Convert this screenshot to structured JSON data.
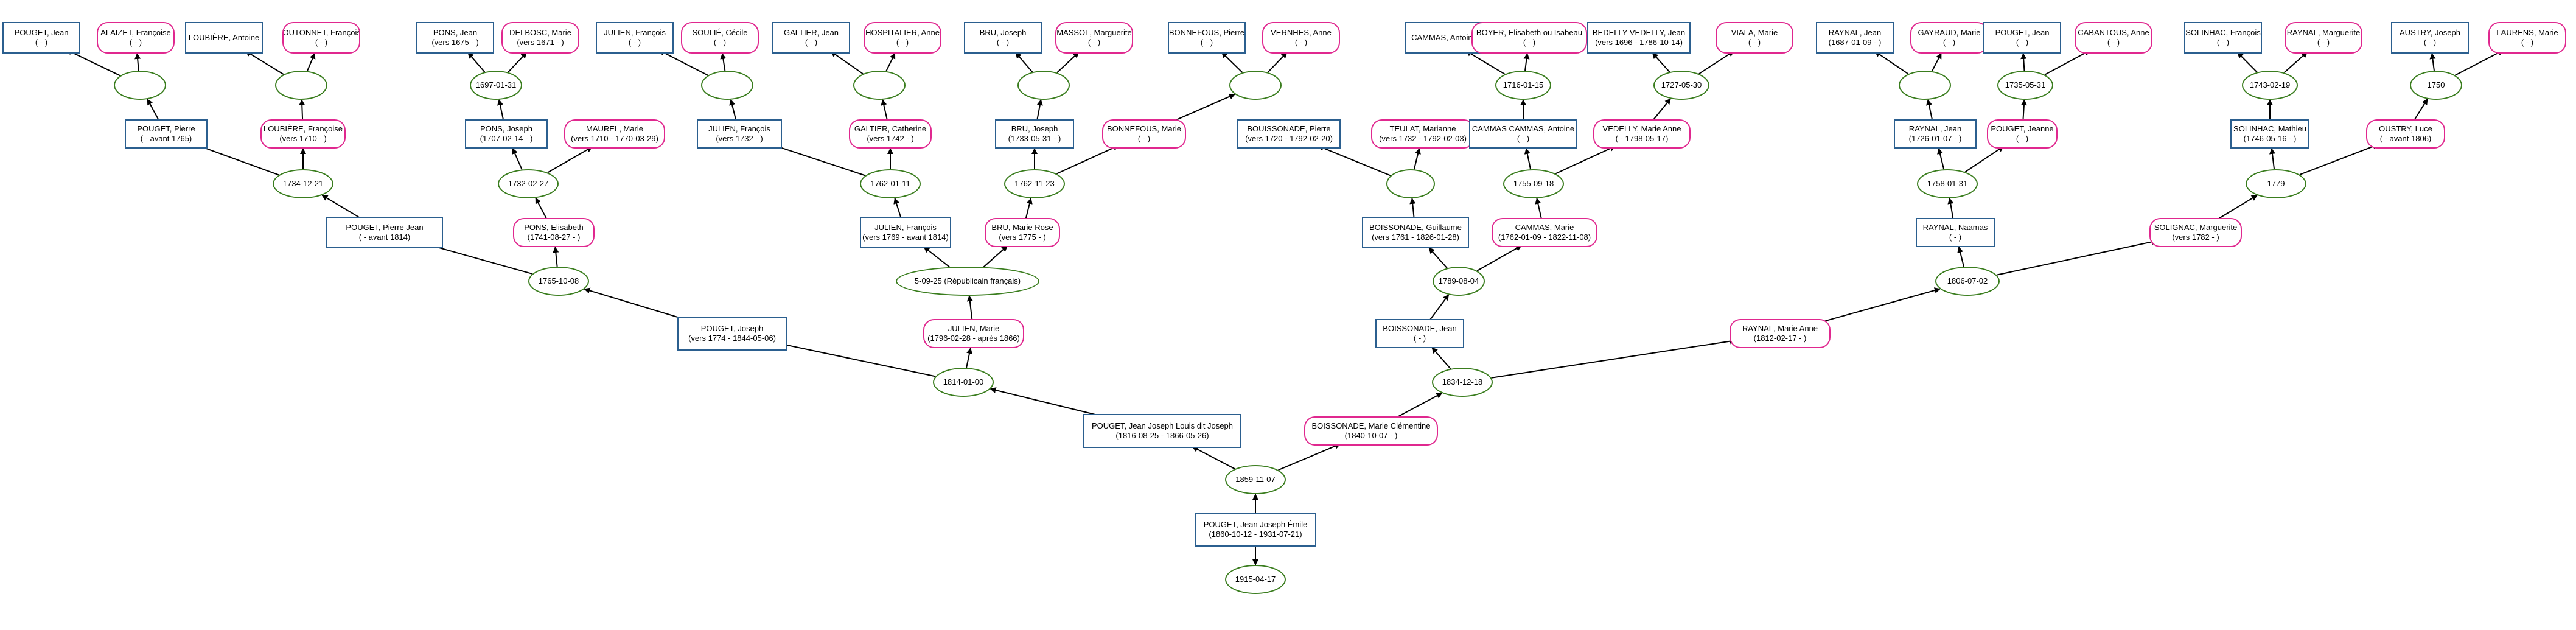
{
  "colors": {
    "male_border": "#2b5f8f",
    "female_border": "#e0288f",
    "event_border": "#3a7d1e",
    "edge": "#000000"
  },
  "nodes": [
    {
      "id": "g5_1",
      "kind": "m",
      "name": "POUGET, Jean",
      "dates": "( - )"
    },
    {
      "id": "g5_2",
      "kind": "f",
      "name": "ALAIZET, Françoise",
      "dates": "( - )"
    },
    {
      "id": "g5_3",
      "kind": "m",
      "name": "LOUBIÈRE, Antoine",
      "dates": ""
    },
    {
      "id": "g5_4",
      "kind": "f",
      "name": "BOUTONNET, Françoise",
      "dates": "( - )"
    },
    {
      "id": "g5_5",
      "kind": "m",
      "name": "PONS, Jean",
      "dates": "(vers 1675 - )"
    },
    {
      "id": "g5_6",
      "kind": "f",
      "name": "DELBOSC, Marie",
      "dates": "(vers 1671 - )"
    },
    {
      "id": "g5_7",
      "kind": "m",
      "name": "JULIEN, François",
      "dates": "( - )"
    },
    {
      "id": "g5_8",
      "kind": "f",
      "name": "SOULIÉ, Cécile",
      "dates": "( - )"
    },
    {
      "id": "g5_9",
      "kind": "m",
      "name": "GALTIER, Jean",
      "dates": "( - )"
    },
    {
      "id": "g5_10",
      "kind": "f",
      "name": "HOSPITALIER, Anne",
      "dates": "( - )"
    },
    {
      "id": "g5_11",
      "kind": "m",
      "name": "BRU, Joseph",
      "dates": "( - )"
    },
    {
      "id": "g5_12",
      "kind": "f",
      "name": "MASSOL, Marguerite",
      "dates": "( - )"
    },
    {
      "id": "g5_13",
      "kind": "m",
      "name": "BONNEFOUS, Pierre",
      "dates": "( - )"
    },
    {
      "id": "g5_14",
      "kind": "f",
      "name": "VERNHES, Anne",
      "dates": "( - )"
    },
    {
      "id": "g5_15",
      "kind": "m",
      "name": "CAMMAS, Antoine",
      "dates": ""
    },
    {
      "id": "g5_16",
      "kind": "f",
      "name": "BOYER, Elisabeth ou Isabeau",
      "dates": "( - )"
    },
    {
      "id": "g5_17",
      "kind": "m",
      "name": "BEDELLY VEDELLY, Jean",
      "dates": "(vers 1696 - 1786-10-14)"
    },
    {
      "id": "g5_18",
      "kind": "f",
      "name": "VIALA, Marie",
      "dates": "( - )"
    },
    {
      "id": "g5_19",
      "kind": "m",
      "name": "RAYNAL, Jean",
      "dates": "(1687-01-09 - )"
    },
    {
      "id": "g5_20",
      "kind": "f",
      "name": "GAYRAUD, Marie",
      "dates": "( - )"
    },
    {
      "id": "g5_21",
      "kind": "m",
      "name": "POUGET, Jean",
      "dates": "( - )"
    },
    {
      "id": "g5_22",
      "kind": "f",
      "name": "CABANTOUS, Anne",
      "dates": "( - )"
    },
    {
      "id": "g5_23",
      "kind": "m",
      "name": "SOLINHAC, François",
      "dates": "( - )"
    },
    {
      "id": "g5_24",
      "kind": "f",
      "name": "RAYNAL, Marguerite",
      "dates": "( - )"
    },
    {
      "id": "g5_25",
      "kind": "m",
      "name": "AUSTRY, Joseph",
      "dates": "( - )"
    },
    {
      "id": "g5_26",
      "kind": "f",
      "name": "LAURENS, Marie",
      "dates": "( - )"
    },
    {
      "id": "e4_1",
      "kind": "ev",
      "name": "",
      "dates": ""
    },
    {
      "id": "e4_2",
      "kind": "ev",
      "name": "",
      "dates": ""
    },
    {
      "id": "e4_3",
      "kind": "ev",
      "name": "1697-01-31",
      "dates": ""
    },
    {
      "id": "e4_4",
      "kind": "ev",
      "name": "",
      "dates": ""
    },
    {
      "id": "e4_5",
      "kind": "ev",
      "name": "",
      "dates": ""
    },
    {
      "id": "e4_6",
      "kind": "ev",
      "name": "",
      "dates": ""
    },
    {
      "id": "e4_7",
      "kind": "ev",
      "name": "",
      "dates": ""
    },
    {
      "id": "e4_8",
      "kind": "ev",
      "name": "1716-01-15",
      "dates": ""
    },
    {
      "id": "e4_9",
      "kind": "ev",
      "name": "1727-05-30",
      "dates": ""
    },
    {
      "id": "e4_10",
      "kind": "ev",
      "name": "",
      "dates": ""
    },
    {
      "id": "e4_11",
      "kind": "ev",
      "name": "1735-05-31",
      "dates": ""
    },
    {
      "id": "e4_12",
      "kind": "ev",
      "name": "1743-02-19",
      "dates": ""
    },
    {
      "id": "e4_13",
      "kind": "ev",
      "name": "1750",
      "dates": ""
    },
    {
      "id": "g4_1",
      "kind": "m",
      "name": "POUGET, Pierre",
      "dates": "( - avant 1765)"
    },
    {
      "id": "g4_2",
      "kind": "f",
      "name": "LOUBIÈRE, Françoise",
      "dates": "(vers 1710 - )"
    },
    {
      "id": "g4_3",
      "kind": "m",
      "name": "PONS, Joseph",
      "dates": "(1707-02-14 - )"
    },
    {
      "id": "g4_4",
      "kind": "f",
      "name": "MAUREL, Marie",
      "dates": "(vers 1710 - 1770-03-29)"
    },
    {
      "id": "g4_5",
      "kind": "m",
      "name": "JULIEN, François",
      "dates": "(vers 1732 - )"
    },
    {
      "id": "g4_6",
      "kind": "f",
      "name": "GALTIER, Catherine",
      "dates": "(vers 1742 - )"
    },
    {
      "id": "g4_7",
      "kind": "m",
      "name": "BRU, Joseph",
      "dates": "(1733-05-31 - )"
    },
    {
      "id": "g4_8",
      "kind": "f",
      "name": "BONNEFOUS, Marie",
      "dates": "( - )"
    },
    {
      "id": "g4_9",
      "kind": "m",
      "name": "BOUISSONADE, Pierre",
      "dates": "(vers 1720 - 1792-02-20)"
    },
    {
      "id": "g4_10",
      "kind": "f",
      "name": "TEULAT, Marianne",
      "dates": "(vers 1732 - 1792-02-03)"
    },
    {
      "id": "g4_11",
      "kind": "m",
      "name": "CAMMAS CAMMAS, Antoine",
      "dates": "( - )"
    },
    {
      "id": "g4_12",
      "kind": "f",
      "name": "VEDELLY, Marie Anne",
      "dates": "( - 1798-05-17)"
    },
    {
      "id": "g4_13",
      "kind": "m",
      "name": "RAYNAL, Jean",
      "dates": "(1726-01-07 - )"
    },
    {
      "id": "g4_14",
      "kind": "f",
      "name": "POUGET, Jeanne",
      "dates": "( - )"
    },
    {
      "id": "g4_15",
      "kind": "m",
      "name": "SOLINHAC, Mathieu",
      "dates": "(1746-05-16 - )"
    },
    {
      "id": "g4_16",
      "kind": "f",
      "name": "OUSTRY, Luce",
      "dates": "( - avant 1806)"
    },
    {
      "id": "e3_1",
      "kind": "ev",
      "name": "1734-12-21",
      "dates": ""
    },
    {
      "id": "e3_2",
      "kind": "ev",
      "name": "1732-02-27",
      "dates": ""
    },
    {
      "id": "e3_3",
      "kind": "ev",
      "name": "1762-01-11",
      "dates": ""
    },
    {
      "id": "e3_4",
      "kind": "ev",
      "name": "1762-11-23",
      "dates": ""
    },
    {
      "id": "e3_5",
      "kind": "ev",
      "name": "",
      "dates": ""
    },
    {
      "id": "e3_6",
      "kind": "ev",
      "name": "1755-09-18",
      "dates": ""
    },
    {
      "id": "e3_7",
      "kind": "ev",
      "name": "1758-01-31",
      "dates": ""
    },
    {
      "id": "e3_8",
      "kind": "ev",
      "name": "1779",
      "dates": ""
    },
    {
      "id": "g3_1",
      "kind": "m",
      "name": "POUGET, Pierre Jean",
      "dates": "( - avant 1814)"
    },
    {
      "id": "g3_2",
      "kind": "f",
      "name": "PONS, Elisabeth",
      "dates": "(1741-08-27 - )"
    },
    {
      "id": "g3_3",
      "kind": "m",
      "name": "JULIEN, François",
      "dates": "(vers 1769 - avant 1814)"
    },
    {
      "id": "g3_4",
      "kind": "f",
      "name": "BRU, Marie Rose",
      "dates": "(vers 1775 - )"
    },
    {
      "id": "g3_5",
      "kind": "m",
      "name": "BOISSONADE, Guillaume",
      "dates": "(vers 1761 - 1826-01-28)"
    },
    {
      "id": "g3_6",
      "kind": "f",
      "name": "CAMMAS, Marie",
      "dates": "(1762-01-09 - 1822-11-08)"
    },
    {
      "id": "g3_7",
      "kind": "m",
      "name": "RAYNAL, Naamas",
      "dates": "( - )"
    },
    {
      "id": "g3_8",
      "kind": "f",
      "name": "SOLIGNAC, Marguerite",
      "dates": "(vers 1782 - )"
    },
    {
      "id": "e2_1",
      "kind": "ev",
      "name": "1765-10-08",
      "dates": ""
    },
    {
      "id": "e2_2",
      "kind": "ev",
      "name": "5-09-25 (Républicain français)",
      "dates": ""
    },
    {
      "id": "e2_3",
      "kind": "ev",
      "name": "1789-08-04",
      "dates": ""
    },
    {
      "id": "e2_4",
      "kind": "ev",
      "name": "1806-07-02",
      "dates": ""
    },
    {
      "id": "g2_1",
      "kind": "m",
      "name": "POUGET, Joseph",
      "dates": "(vers 1774 - 1844-05-06)"
    },
    {
      "id": "g2_2",
      "kind": "f",
      "name": "JULIEN, Marie",
      "dates": "(1796-02-28 - après 1866)"
    },
    {
      "id": "g2_3",
      "kind": "m",
      "name": "BOISSONADE, Jean",
      "dates": "( - )"
    },
    {
      "id": "g2_4",
      "kind": "f",
      "name": "RAYNAL, Marie Anne",
      "dates": "(1812-02-17 - )"
    },
    {
      "id": "e1_1",
      "kind": "ev",
      "name": "1814-01-00",
      "dates": ""
    },
    {
      "id": "e1_2",
      "kind": "ev",
      "name": "1834-12-18",
      "dates": ""
    },
    {
      "id": "g1_1",
      "kind": "m",
      "name": "POUGET, Jean Joseph Louis dit Joseph",
      "dates": "(1816-08-25 - 1866-05-26)"
    },
    {
      "id": "g1_2",
      "kind": "f",
      "name": "BOISSONADE, Marie Clémentine",
      "dates": "(1840-10-07 - )"
    },
    {
      "id": "e0_1",
      "kind": "ev",
      "name": "1859-11-07",
      "dates": ""
    },
    {
      "id": "root",
      "kind": "m",
      "name": "POUGET, Jean Joseph Émile",
      "dates": "(1860-10-12 - 1931-07-21)"
    },
    {
      "id": "e_root",
      "kind": "ev",
      "name": "1915-04-17",
      "dates": ""
    }
  ],
  "edges": [
    [
      "e4_1",
      "g5_1"
    ],
    [
      "e4_1",
      "g5_2"
    ],
    [
      "e4_2",
      "g5_3"
    ],
    [
      "e4_2",
      "g5_4"
    ],
    [
      "e4_3",
      "g5_5"
    ],
    [
      "e4_3",
      "g5_6"
    ],
    [
      "e4_4",
      "g5_7"
    ],
    [
      "e4_4",
      "g5_8"
    ],
    [
      "e4_5",
      "g5_9"
    ],
    [
      "e4_5",
      "g5_10"
    ],
    [
      "e4_6",
      "g5_11"
    ],
    [
      "e4_6",
      "g5_12"
    ],
    [
      "e4_7",
      "g5_13"
    ],
    [
      "e4_7",
      "g5_14"
    ],
    [
      "e4_8",
      "g5_15"
    ],
    [
      "e4_8",
      "g5_16"
    ],
    [
      "e4_9",
      "g5_17"
    ],
    [
      "e4_9",
      "g5_18"
    ],
    [
      "e4_10",
      "g5_19"
    ],
    [
      "e4_10",
      "g5_20"
    ],
    [
      "e4_11",
      "g5_21"
    ],
    [
      "e4_11",
      "g5_22"
    ],
    [
      "e4_12",
      "g5_23"
    ],
    [
      "e4_12",
      "g5_24"
    ],
    [
      "e4_13",
      "g5_25"
    ],
    [
      "e4_13",
      "g5_26"
    ],
    [
      "g4_1",
      "e4_1"
    ],
    [
      "g4_2",
      "e4_2"
    ],
    [
      "g4_3",
      "e4_3"
    ],
    [
      "g4_5",
      "e4_4"
    ],
    [
      "g4_6",
      "e4_5"
    ],
    [
      "g4_7",
      "e4_6"
    ],
    [
      "g4_8",
      "e4_7"
    ],
    [
      "g4_11",
      "e4_8"
    ],
    [
      "g4_12",
      "e4_9"
    ],
    [
      "g4_13",
      "e4_10"
    ],
    [
      "g4_14",
      "e4_11"
    ],
    [
      "g4_15",
      "e4_12"
    ],
    [
      "g4_16",
      "e4_13"
    ],
    [
      "e3_1",
      "g4_1"
    ],
    [
      "e3_1",
      "g4_2"
    ],
    [
      "e3_2",
      "g4_3"
    ],
    [
      "e3_2",
      "g4_4"
    ],
    [
      "e3_3",
      "g4_5"
    ],
    [
      "e3_3",
      "g4_6"
    ],
    [
      "e3_4",
      "g4_7"
    ],
    [
      "e3_4",
      "g4_8"
    ],
    [
      "e3_5",
      "g4_9"
    ],
    [
      "e3_5",
      "g4_10"
    ],
    [
      "e3_6",
      "g4_11"
    ],
    [
      "e3_6",
      "g4_12"
    ],
    [
      "e3_7",
      "g4_13"
    ],
    [
      "e3_7",
      "g4_14"
    ],
    [
      "e3_8",
      "g4_15"
    ],
    [
      "e3_8",
      "g4_16"
    ],
    [
      "g3_1",
      "e3_1"
    ],
    [
      "g3_2",
      "e3_2"
    ],
    [
      "g3_3",
      "e3_3"
    ],
    [
      "g3_4",
      "e3_4"
    ],
    [
      "g3_5",
      "e3_5"
    ],
    [
      "g3_6",
      "e3_6"
    ],
    [
      "g3_7",
      "e3_7"
    ],
    [
      "g3_8",
      "e3_8"
    ],
    [
      "e2_1",
      "g3_1"
    ],
    [
      "e2_1",
      "g3_2"
    ],
    [
      "e2_2",
      "g3_3"
    ],
    [
      "e2_2",
      "g3_4"
    ],
    [
      "e2_3",
      "g3_5"
    ],
    [
      "e2_3",
      "g3_6"
    ],
    [
      "e2_4",
      "g3_7"
    ],
    [
      "e2_4",
      "g3_8"
    ],
    [
      "g2_1",
      "e2_1"
    ],
    [
      "g2_2",
      "e2_2"
    ],
    [
      "g2_3",
      "e2_3"
    ],
    [
      "g2_4",
      "e2_4"
    ],
    [
      "e1_1",
      "g2_1"
    ],
    [
      "e1_1",
      "g2_2"
    ],
    [
      "e1_2",
      "g2_3"
    ],
    [
      "e1_2",
      "g2_4"
    ],
    [
      "g1_1",
      "e1_1"
    ],
    [
      "g1_2",
      "e1_2"
    ],
    [
      "e0_1",
      "g1_1"
    ],
    [
      "e0_1",
      "g1_2"
    ],
    [
      "root",
      "e0_1"
    ],
    [
      "root",
      "e_root"
    ]
  ]
}
